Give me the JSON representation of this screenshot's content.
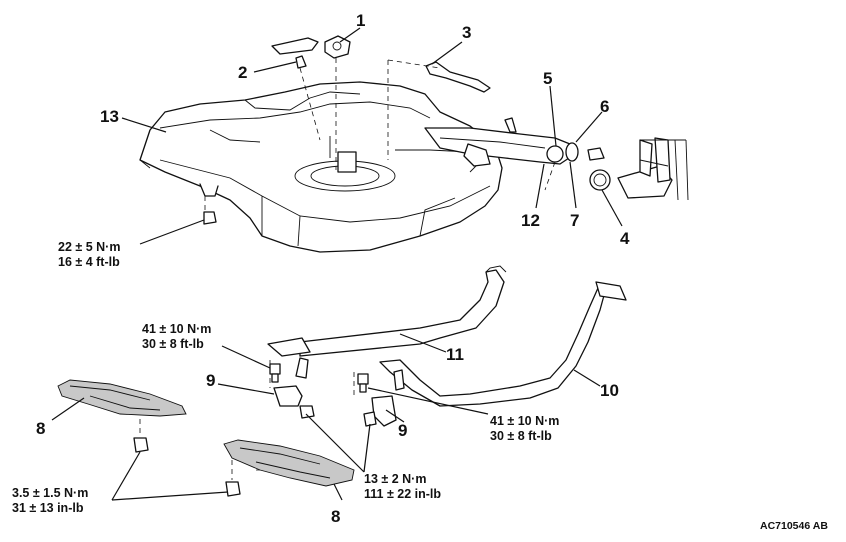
{
  "callouts": {
    "c1": "1",
    "c2": "2",
    "c3": "3",
    "c4": "4",
    "c5": "5",
    "c6": "6",
    "c7": "7",
    "c8a": "8",
    "c8b": "8",
    "c9a": "9",
    "c9b": "9",
    "c10": "10",
    "c11": "11",
    "c12": "12",
    "c13": "13"
  },
  "torques": {
    "tank_nm": "22 ± 5 N·m",
    "tank_ftlb": "16 ± 4 ft-lb",
    "band_left_nm": "41 ± 10 N·m",
    "band_left_ftlb": "30 ± 8 ft-lb",
    "band_right_nm": "41 ± 10 N·m",
    "band_right_ftlb": "30 ± 8 ft-lb",
    "bracket_nm": "13 ± 2 N·m",
    "bracket_inlb": "111 ± 22 in-lb",
    "cover_nm": "3.5 ± 1.5 N·m",
    "cover_inlb": "31 ± 13 in-lb"
  },
  "figure_code": "AC710546 AB"
}
